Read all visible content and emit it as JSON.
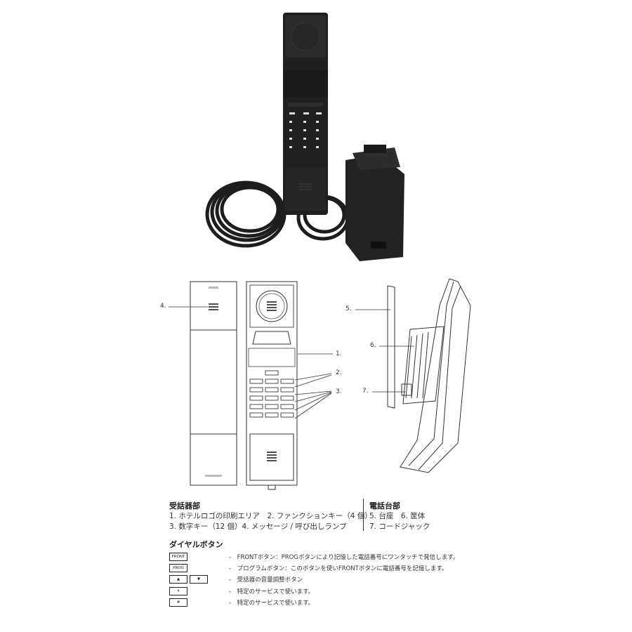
{
  "diagram": {
    "callouts": [
      "1.",
      "2.",
      "3.",
      "4.",
      "5.",
      "6.",
      "7."
    ],
    "front_key": "FRONT",
    "prog_key": "PROG",
    "up_key": "▲",
    "down_key": "▼",
    "x_key": "✕",
    "hash_key": "#"
  },
  "handset_section": {
    "title": "受話器部",
    "line1": "1. ホテルロゴの印刷エリア　2. ファンクションキー（4 個）",
    "line2": "3. 数字キー（12 個）4. メッセージ / 呼び出しランプ"
  },
  "base_section": {
    "title": "電話台部",
    "line1": "5. 台座　6. 筐体",
    "line2": "7. コードジャック"
  },
  "dial_section": {
    "title": "ダイヤルボタン",
    "rows": [
      {
        "key": "FRONT",
        "desc": "-　FRONTボタン：PROGボタンにより記憶した電話番号にワンタッチで発信します。"
      },
      {
        "key": "PROG",
        "desc": "-　プログラムボタン：このボタンを使いFRONTボタンに電話番号を記憶します。"
      },
      {
        "key_a": "▲",
        "key_b": "▼",
        "desc": "-　受話器の音量調整ボタン"
      },
      {
        "key": "✕",
        "desc": "-　特定のサービスで使います。"
      },
      {
        "key": "#",
        "desc": "-　特定のサービスで使います。"
      }
    ]
  }
}
